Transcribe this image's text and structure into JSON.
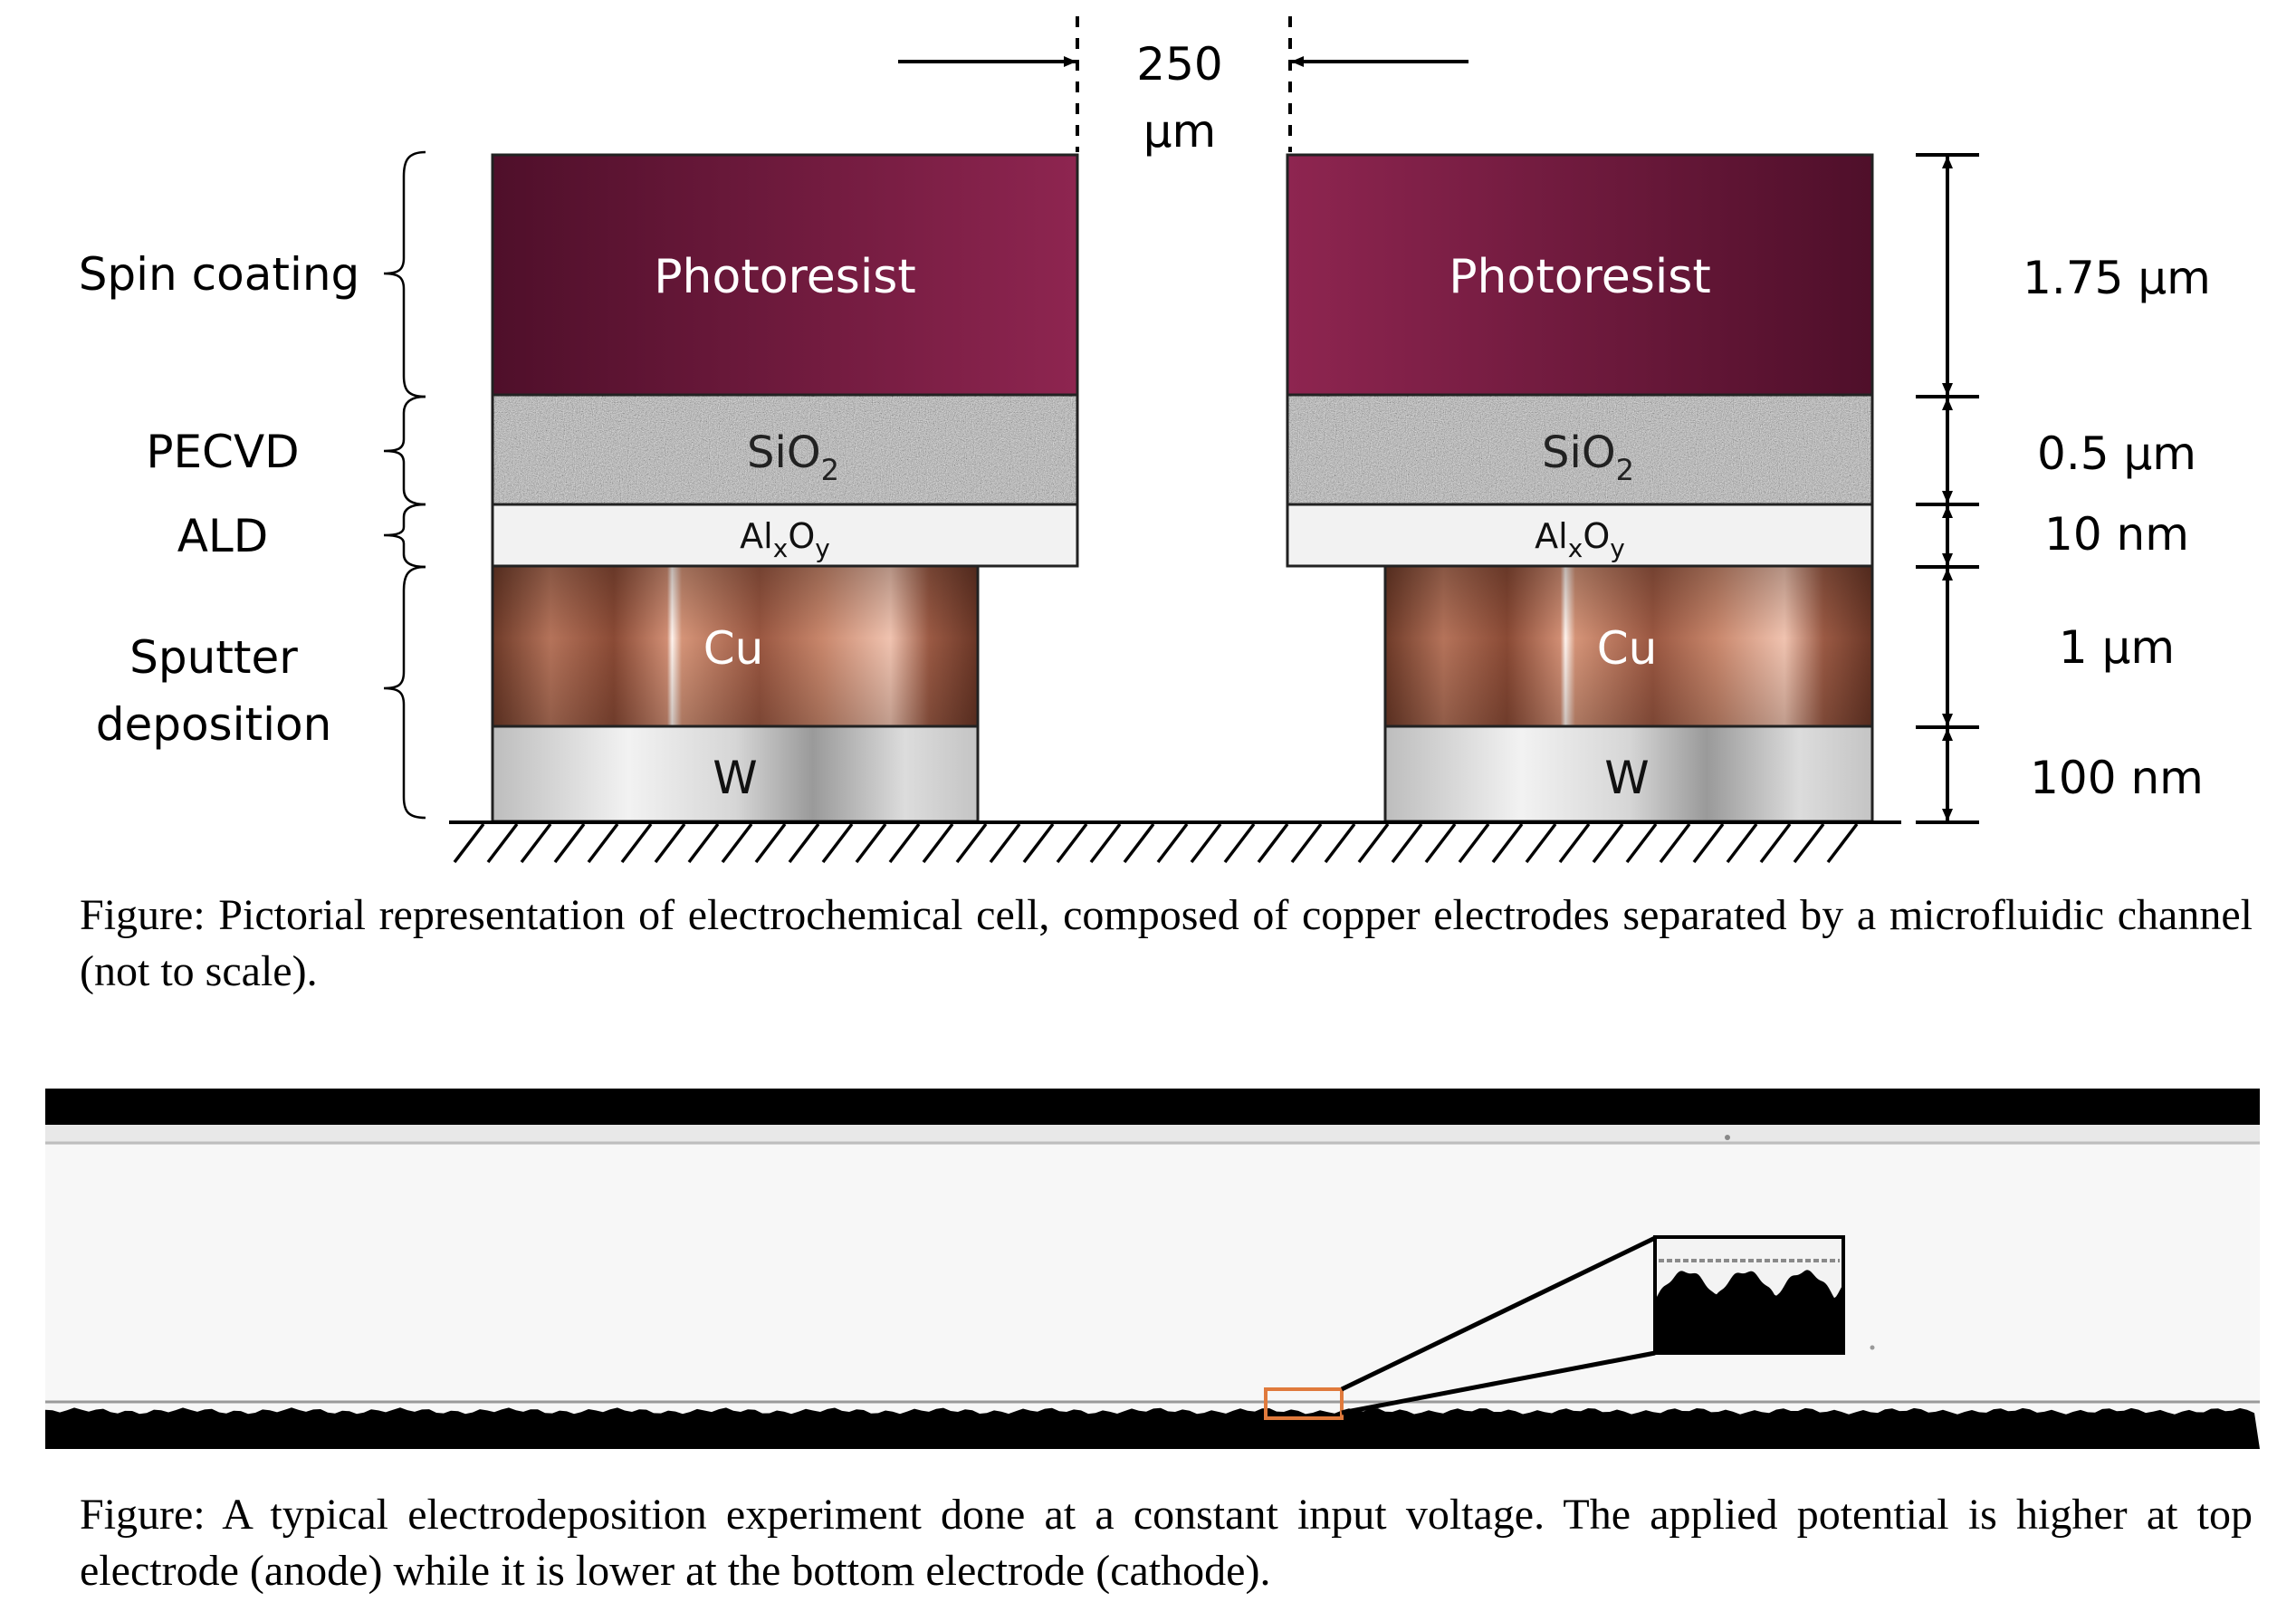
{
  "diagram": {
    "gap_label_value": "250",
    "gap_label_unit": "µm",
    "process_labels": {
      "spin": "Spin coating",
      "pecvd": "PECVD",
      "ald": "ALD",
      "sputter_line1": "Sputter",
      "sputter_line2": "deposition"
    },
    "layers": {
      "photoresist": "Photoresist",
      "sio2_base": "SiO",
      "sio2_sub": "2",
      "alox_base": "Al",
      "alox_sub1": "x",
      "alox_mid": "O",
      "alox_sub2": "y",
      "cu": "Cu",
      "w": "W"
    },
    "thicknesses": {
      "photoresist": "1.75 µm",
      "sio2": "0.5 µm",
      "alox": "10 nm",
      "cu": "1 µm",
      "w": "100 nm"
    },
    "colors": {
      "photoresist_dark": "#4f0f2a",
      "photoresist_light": "#8e2550",
      "copper_dark": "#7a3f2a",
      "copper_light": "#e0a58c",
      "tungsten": "#c9c9c9",
      "zoom_box": "#e07a3c"
    }
  },
  "captions": {
    "figure1": "Figure: Pictorial representation of electrochemical cell, composed of copper electrodes separated by a microfluidic channel (not to scale).",
    "figure2": "Figure: A typical electrodeposition experiment done at a constant input voltage. The applied potential is higher at top electrode (anode) while it is lower at the bottom electrode (cathode)."
  }
}
